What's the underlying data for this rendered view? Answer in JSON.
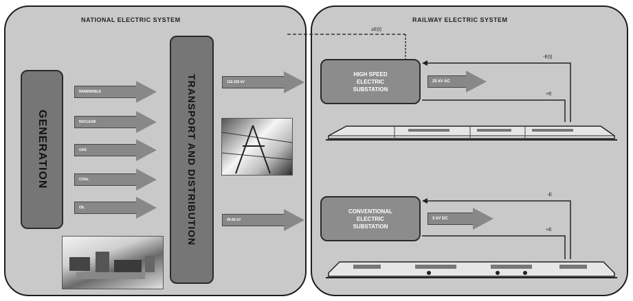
{
  "national": {
    "title": "NATIONAL ELECTRIC SYSTEM",
    "generation": "GENERATION",
    "transport": "TRANSPORT AND DISTRIBUTION",
    "sources": [
      "RENEWABLE",
      "NUCLEAR",
      "GAS",
      "COAL",
      "OIL"
    ]
  },
  "railway": {
    "title": "RAILWAY ELECTRIC SYSTEM",
    "hv_label": "HIGH SPEED ELECTRIC SUBSTATION",
    "hv_line1": "HIGH SPEED",
    "hv_line2": "ELECTRIC",
    "hv_line3": "SUBSTATION",
    "conv_line1": "CONVENTIONAL",
    "conv_line2": "ELECTRIC",
    "conv_line3": "SUBSTATION",
    "hv_input": "132-220 kV",
    "conv_input": "45-66 kV",
    "hv_output": "25 kV AC",
    "conv_output": "3 kV DC",
    "link": "±E(t)",
    "hv_minus": "-E(t)",
    "hv_plus": "+E",
    "conv_minus": "-E",
    "conv_plus": "+E"
  }
}
